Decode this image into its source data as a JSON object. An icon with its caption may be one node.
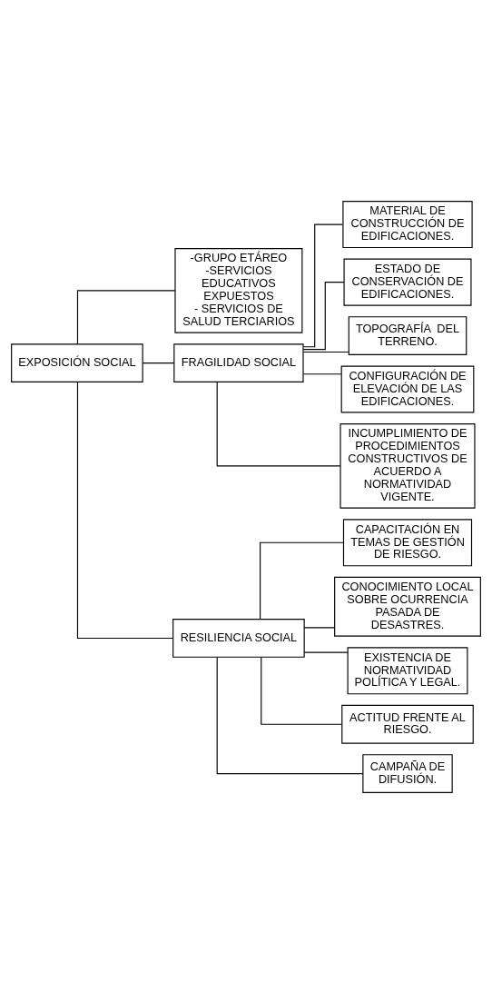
{
  "diagram": {
    "nodes": [
      {
        "text": [
          "EXPOSICIÓN SOCIAL"
        ]
      },
      {
        "text": [
          "-GRUPO ETÁREO",
          "-SERVICIOS EDUCATIVOS EXPUESTOS",
          "- SERVICIOS DE SALUD TERCIARIOS"
        ]
      },
      {
        "text": [
          "FRAGILIDAD SOCIAL"
        ]
      },
      {
        "text": [
          "MATERIAL DE CONSTRUCCIÓN DE EDIFICACIONES."
        ]
      },
      {
        "text": [
          "ESTADO DE CONSERVACIÓN DE EDIFICACIONES."
        ]
      },
      {
        "text": [
          "TOPOGRAFÍA  DEL TERRENO."
        ]
      },
      {
        "text": [
          "CONFIGURACIÓN DE ELEVACIÓN DE LAS EDIFICACIONES."
        ]
      },
      {
        "text": [
          "INCUMPLIMIENTO DE PROCEDIMIENTOS CONSTRUCTIVOS DE ACUERDO A NORMATIVIDAD VIGENTE."
        ]
      },
      {
        "text": [
          "RESILIENCIA SOCIAL"
        ]
      },
      {
        "text": [
          "CAPACITACIÓN EN TEMAS DE GESTIÓN DE RIESGO."
        ]
      },
      {
        "text": [
          "CONOCIMIENTO LOCAL SOBRE OCURRENCIA PASADA DE DESASTRES."
        ]
      },
      {
        "text": [
          "EXISTENCIA DE NORMATIVIDAD POLÍTICA Y LEGAL."
        ]
      },
      {
        "text": [
          "ACTITUD FRENTE AL RIESGO."
        ]
      },
      {
        "text": [
          "CAMPAÑA DE DIFUSIÓN."
        ]
      }
    ],
    "edges": [
      {
        "from": 0,
        "to": 1,
        "arrow": "none"
      },
      {
        "from": 0,
        "to": 2,
        "arrow": "none"
      },
      {
        "from": 0,
        "to": 8,
        "arrow": "none"
      },
      {
        "from": 2,
        "to": 3,
        "arrow": "none"
      },
      {
        "from": 2,
        "to": 4,
        "arrow": "none"
      },
      {
        "from": 2,
        "to": 5,
        "arrow": "none"
      },
      {
        "from": 2,
        "to": 6,
        "arrow": "none"
      },
      {
        "from": 2,
        "to": 7,
        "arrow": "none"
      },
      {
        "from": 8,
        "to": 9,
        "arrow": "none"
      },
      {
        "from": 8,
        "to": 10,
        "arrow": "none"
      },
      {
        "from": 8,
        "to": 11,
        "arrow": "none"
      },
      {
        "from": 8,
        "to": 12,
        "arrow": "none"
      },
      {
        "from": 8,
        "to": 13,
        "arrow": "none"
      }
    ]
  }
}
